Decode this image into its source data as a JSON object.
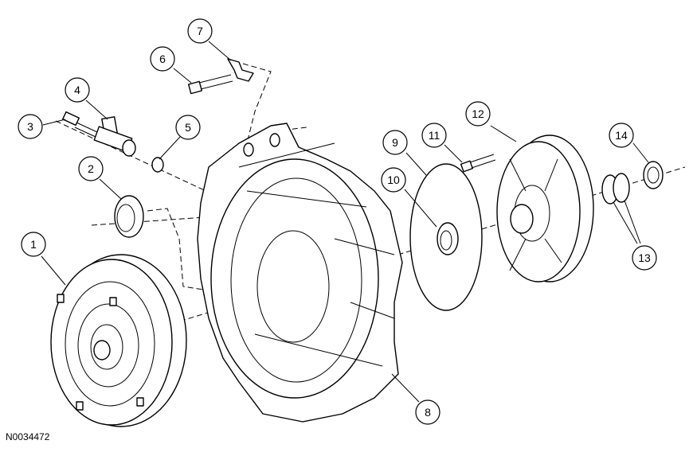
{
  "figure_id": "N0034472",
  "callouts": [
    {
      "id": "1",
      "label": "1"
    },
    {
      "id": "2",
      "label": "2"
    },
    {
      "id": "3",
      "label": "3"
    },
    {
      "id": "4",
      "label": "4"
    },
    {
      "id": "5",
      "label": "5"
    },
    {
      "id": "6",
      "label": "6"
    },
    {
      "id": "7",
      "label": "7"
    },
    {
      "id": "8",
      "label": "8"
    },
    {
      "id": "9",
      "label": "9"
    },
    {
      "id": "10",
      "label": "10"
    },
    {
      "id": "11",
      "label": "11"
    },
    {
      "id": "12",
      "label": "12"
    },
    {
      "id": "13",
      "label": "13"
    },
    {
      "id": "14",
      "label": "14"
    }
  ]
}
